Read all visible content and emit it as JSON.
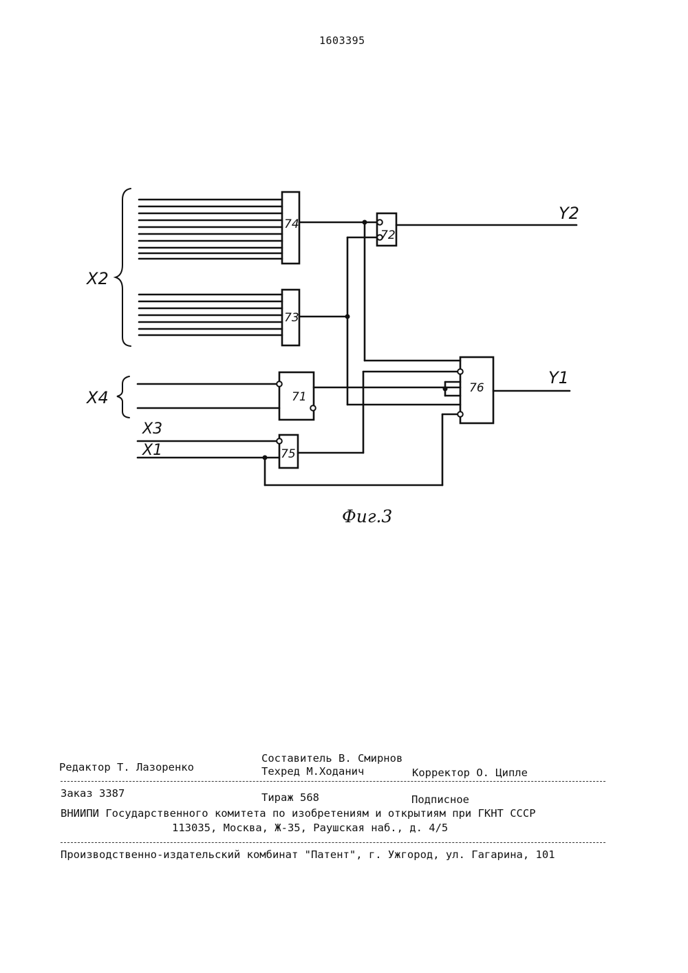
{
  "header": {
    "patent_number": "1603395"
  },
  "figure": {
    "caption": "Фиг.3",
    "input_labels": {
      "x2": "X2",
      "x4": "X4",
      "x3": "X3",
      "x1": "X1"
    },
    "output_labels": {
      "y2": "Y2",
      "y1": "Y1"
    },
    "blocks": {
      "b74": "74",
      "b73": "73",
      "b72": "72",
      "b71": "71",
      "b75": "75",
      "b76": "76"
    }
  },
  "footer": {
    "sostavitel": "Составитель В. Смирнов",
    "redaktor": "Редактор Т. Лазоренко",
    "tehred": "Техред М.Ходанич",
    "korrektor": "Корректор О. Ципле",
    "zakaz": "Заказ 3387",
    "tirazh": "Тираж 568",
    "podpisnoe": "Подписное",
    "vniipi": "ВНИИПИ Государственного комитета по изобретениям и открытиям при ГКНТ СССР",
    "address": "113035, Москва, Ж-35, Раушская наб., д. 4/5",
    "kombinat": "Производственно-издательский комбинат \"Патент\", г. Ужгород, ул. Гагарина, 101"
  }
}
